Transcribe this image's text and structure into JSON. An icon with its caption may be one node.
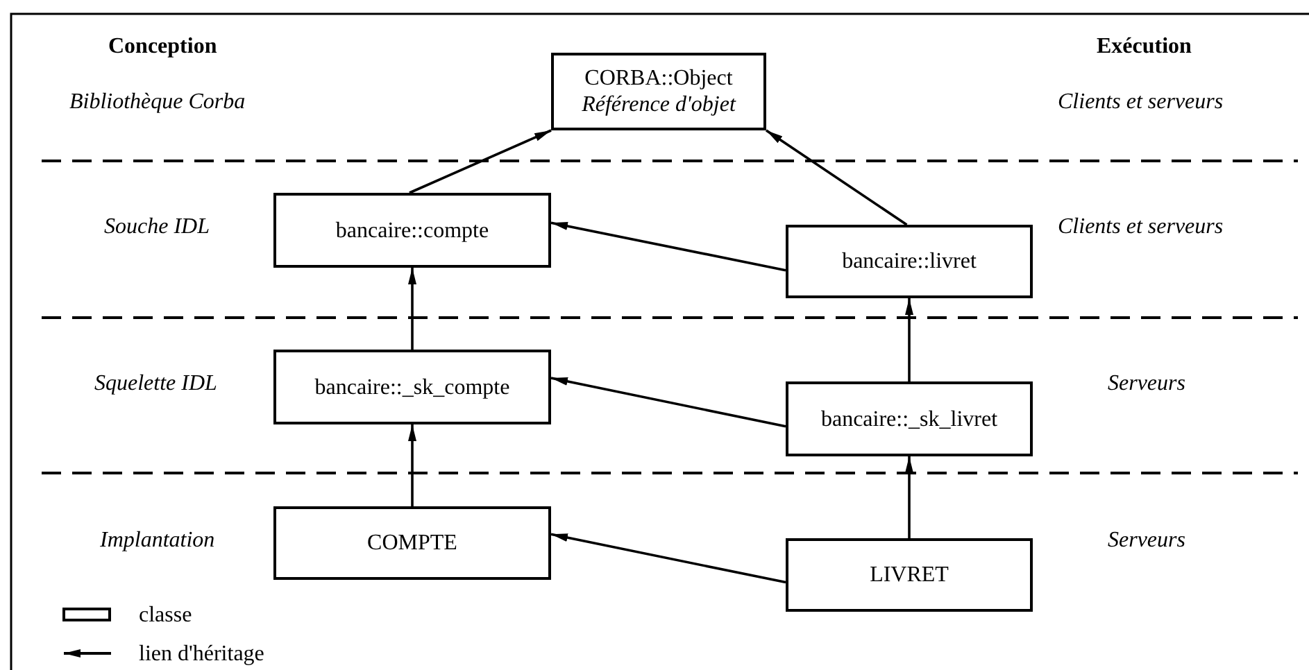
{
  "diagram": {
    "nodes": [
      {
        "text": [
          "CORBA::Object",
          "Référence d'objet"
        ]
      },
      {
        "text": [
          "bancaire::compte"
        ]
      },
      {
        "text": [
          "bancaire::livret"
        ]
      },
      {
        "text": [
          "bancaire::_sk_compte"
        ]
      },
      {
        "text": [
          "bancaire::_sk_livret"
        ]
      },
      {
        "text": [
          "COMPTE"
        ]
      },
      {
        "text": [
          "LIVRET"
        ]
      }
    ],
    "edges": [
      {
        "from": 1,
        "to": 0,
        "arrow": "to"
      },
      {
        "from": 2,
        "to": 0,
        "arrow": "to"
      },
      {
        "from": 2,
        "to": 1,
        "arrow": "to"
      },
      {
        "from": 3,
        "to": 1,
        "arrow": "to"
      },
      {
        "from": 4,
        "to": 3,
        "arrow": "to"
      },
      {
        "from": 4,
        "to": 2,
        "arrow": "to"
      },
      {
        "from": 5,
        "to": 3,
        "arrow": "to"
      },
      {
        "from": 6,
        "to": 5,
        "arrow": "to"
      },
      {
        "from": 6,
        "to": 4,
        "arrow": "to"
      }
    ],
    "labels": [
      "Conception",
      "Exécution",
      "Bibliothèque Corba",
      "Clients et serveurs",
      "Souche IDL",
      "Clients et serveurs",
      "Squelette IDL",
      "Serveurs",
      "Implantation",
      "Serveurs"
    ],
    "legend": [
      {
        "text": "classe"
      },
      {
        "text": "lien d'héritage"
      }
    ]
  }
}
